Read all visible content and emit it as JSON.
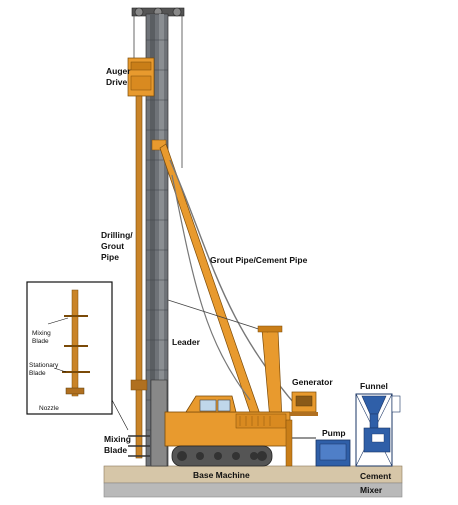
{
  "labels": {
    "auger_drive": [
      "Auger",
      "Drive"
    ],
    "drilling_grout_pipe": [
      "Drilling/",
      "Grout",
      "Pipe"
    ],
    "grout_pipe": "Grout Pipe/Cement Pipe",
    "leader": "Leader",
    "generator": "Generator",
    "funnel": "Funnel",
    "pump": "Pump",
    "mixing_blade": [
      "Mixing",
      "Blade"
    ],
    "base_machine": "Base Machine",
    "cement_mixer": [
      "Cement",
      "Mixer"
    ]
  },
  "inset": {
    "mixing_blade": [
      "Mixing",
      "Blade"
    ],
    "stationary_blade": [
      "Stationary",
      "Blade"
    ],
    "nozzle": "Nozzle"
  },
  "colors": {
    "orange": "#E89A2E",
    "orange_dark": "#B86E10",
    "leader_gray": "#6F7378",
    "blue": "#2F5FA8",
    "ground": "#C9B08A"
  }
}
